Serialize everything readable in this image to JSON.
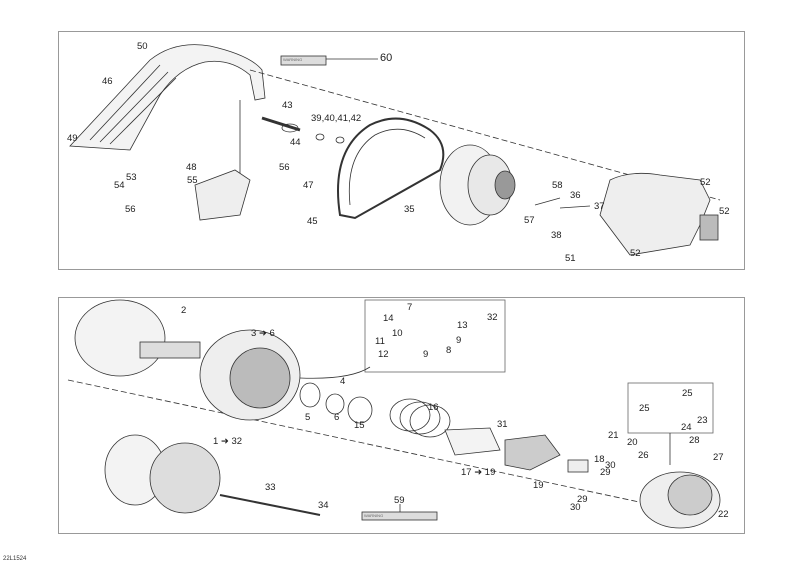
{
  "diagram_code": "22L1524",
  "top_panel": {
    "labels": [
      "50",
      "60",
      "46",
      "43",
      "39,40,41,42",
      "44",
      "49",
      "48",
      "53",
      "54",
      "56",
      "55",
      "47",
      "56",
      "45",
      "35",
      "58",
      "36",
      "57",
      "37",
      "38",
      "52",
      "52",
      "51",
      "52"
    ],
    "decal_text": "WARNING"
  },
  "bottom_panel": {
    "labels": [
      "2",
      "3 ➜ 6",
      "7",
      "14",
      "32",
      "13",
      "10",
      "11",
      "9",
      "12",
      "9",
      "8",
      "4",
      "5",
      "6",
      "15",
      "16",
      "31",
      "1 ➜ 32",
      "21",
      "20",
      "25",
      "25",
      "23",
      "24",
      "28",
      "27",
      "26",
      "18",
      "30",
      "29",
      "17 ➜ 19",
      "19",
      "33",
      "34",
      "59",
      "29",
      "30",
      "22"
    ],
    "decal_text": "WARNING"
  }
}
